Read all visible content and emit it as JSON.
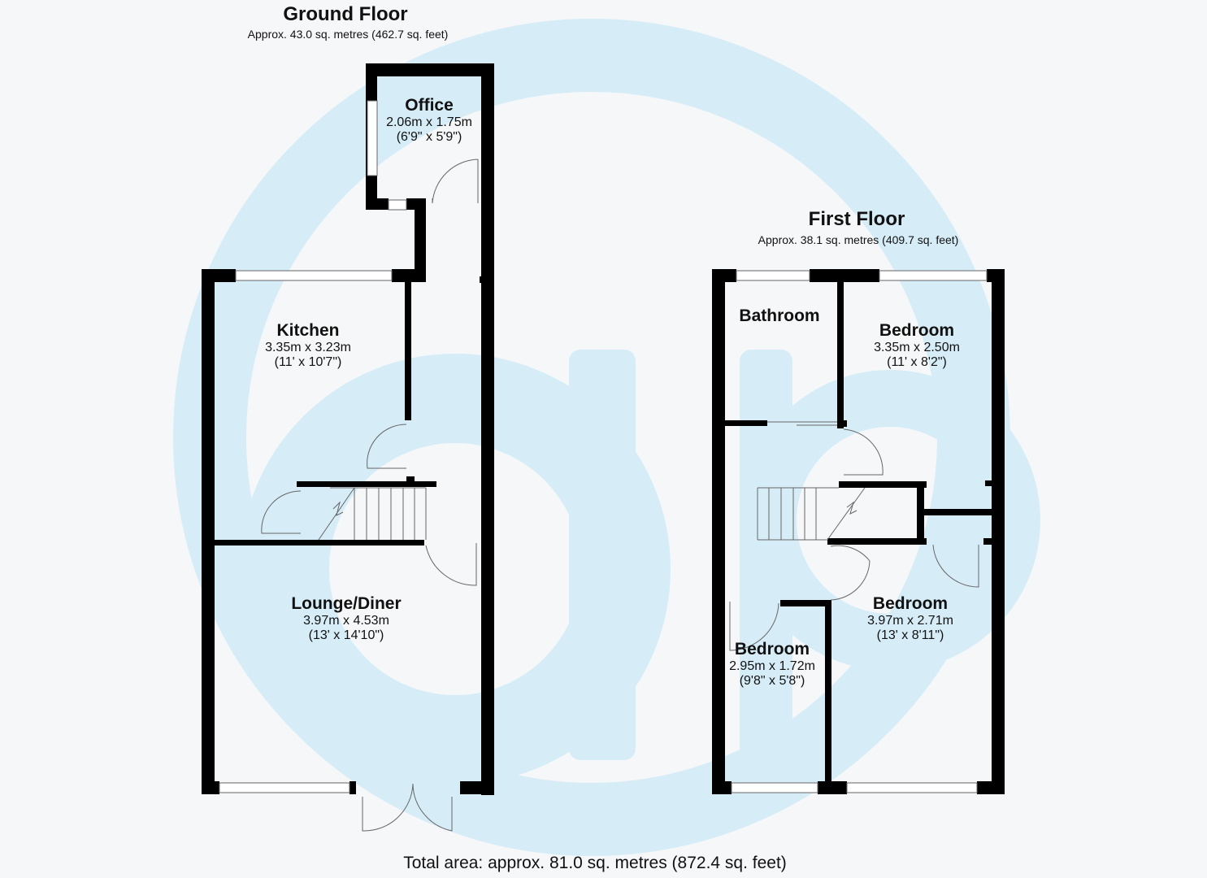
{
  "colors": {
    "wall": "#000000",
    "watermark": "#d6edf8",
    "background": "#f6f7f8",
    "text": "#111111"
  },
  "ground_floor": {
    "title": "Ground Floor",
    "area": "Approx. 43.0 sq. metres (462.7 sq. feet)",
    "rooms": [
      {
        "name": "Office",
        "metric": "2.06m x 1.75m",
        "imperial": "(6'9\" x 5'9\")"
      },
      {
        "name": "Kitchen",
        "metric": "3.35m x 3.23m",
        "imperial": "(11' x 10'7\")"
      },
      {
        "name": "Lounge/Diner",
        "metric": "3.97m x 4.53m",
        "imperial": "(13' x 14'10\")"
      }
    ]
  },
  "first_floor": {
    "title": "First Floor",
    "area": "Approx. 38.1 sq. metres (409.7 sq. feet)",
    "rooms": [
      {
        "name": "Bathroom",
        "metric": "",
        "imperial": ""
      },
      {
        "name": "Bedroom",
        "metric": "3.35m x 2.50m",
        "imperial": "(11' x 8'2\")"
      },
      {
        "name": "Bedroom",
        "metric": "3.97m x 2.71m",
        "imperial": "(13' x 8'11\")"
      },
      {
        "name": "Bedroom",
        "metric": "2.95m x 1.72m",
        "imperial": "(9'8\" x 5'8\")"
      }
    ]
  },
  "total_area": "Total area: approx. 81.0 sq. metres (872.4 sq. feet)"
}
